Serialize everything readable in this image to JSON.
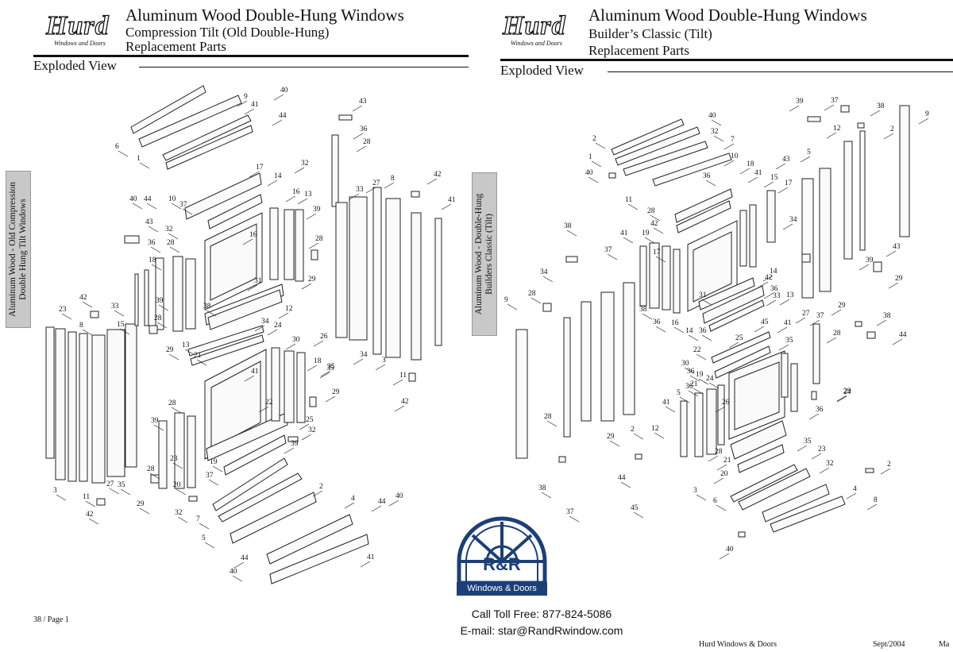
{
  "left_page": {
    "brand": "Hurd",
    "brand_tagline": "Windows and Doors",
    "title": "Aluminum Wood Double-Hung Windows",
    "subtitle": "Compression Tilt (Old Double-Hung)",
    "section": "Replacement Parts",
    "view_label": "Exploded View",
    "side_label_line1": "Aluminum Wood - Old Compression",
    "side_label_line2": "Double Hung Tilt Windows",
    "page_number": "38 / Page 1",
    "callouts": [
      "40",
      "9",
      "41",
      "44",
      "6",
      "1",
      "40",
      "44",
      "10",
      "37",
      "17",
      "14",
      "32",
      "16",
      "13",
      "39",
      "43",
      "32",
      "36",
      "28",
      "16",
      "18",
      "28",
      "29",
      "31",
      "39",
      "38",
      "12",
      "42",
      "33",
      "28",
      "29",
      "13",
      "15",
      "34",
      "24",
      "21",
      "30",
      "23",
      "8",
      "41",
      "18",
      "39",
      "22",
      "25",
      "35",
      "29",
      "28",
      "23",
      "39",
      "19",
      "20",
      "32",
      "37",
      "28",
      "29",
      "32",
      "7",
      "2",
      "3",
      "27",
      "35",
      "11",
      "42",
      "5",
      "4",
      "44",
      "40",
      "44",
      "40",
      "41",
      "43",
      "36",
      "28",
      "33",
      "27",
      "8",
      "42",
      "41",
      "26",
      "35",
      "34",
      "3",
      "11",
      "42"
    ]
  },
  "right_page": {
    "brand": "Hurd",
    "brand_tagline": "Windows and Doors",
    "title": "Aluminum Wood Double-Hung Windows",
    "subtitle": "Builder’s Classic (Tilt)",
    "section": "Replacement Parts",
    "view_label": "Exploded View",
    "side_label_line1": "Aluminum Wood - Double-Hung",
    "side_label_line2": "Builders Classic (Tilt)",
    "footer_company": "Hurd Windows & Doors",
    "footer_date": "Sept/2004",
    "footer_cut": "Ma",
    "callouts": [
      "39",
      "37",
      "38",
      "2",
      "12",
      "9",
      "40",
      "32",
      "2",
      "1",
      "7",
      "10",
      "40",
      "11",
      "5",
      "43",
      "36",
      "18",
      "41",
      "15",
      "17",
      "34",
      "28",
      "42",
      "41",
      "19",
      "17",
      "34",
      "28",
      "37",
      "38",
      "43",
      "39",
      "29",
      "38",
      "9",
      "42",
      "14",
      "36",
      "33",
      "31",
      "13",
      "29",
      "36",
      "16",
      "14",
      "36",
      "27",
      "37",
      "38",
      "44",
      "45",
      "41",
      "25",
      "22",
      "30",
      "35",
      "28",
      "36",
      "19",
      "24",
      "41",
      "24",
      "21",
      "36",
      "28",
      "29",
      "2",
      "12",
      "5",
      "26",
      "36",
      "35",
      "28",
      "21",
      "20",
      "23",
      "32",
      "3",
      "6",
      "29",
      "38",
      "44",
      "45",
      "37",
      "4",
      "8",
      "2",
      "40",
      "40"
    ]
  },
  "dealer": {
    "name": "R&R",
    "subtitle": "Windows & Doors",
    "phone_line": "Call Toll Free: 877-824-5086",
    "email_line": "E-mail: star@RandRwindow.com"
  }
}
